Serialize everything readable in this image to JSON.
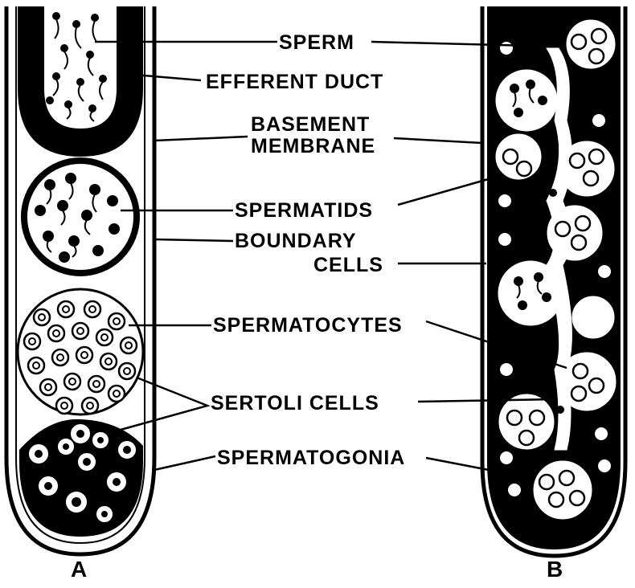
{
  "labels": {
    "sperm": "SPERM",
    "efferent_duct": "EFFERENT DUCT",
    "basement_membrane_1": "BASEMENT",
    "basement_membrane_2": "MEMBRANE",
    "spermatids": "SPERMATIDS",
    "boundary_cells_1": "BOUNDARY",
    "boundary_cells_2": "CELLS",
    "spermatocytes": "SPERMATOCYTES",
    "sertoli_cells": "SERTOLI CELLS",
    "spermatogonia": "SPERMATOGONIA"
  },
  "panels": {
    "a": "A",
    "b": "B"
  },
  "colors": {
    "ink": "#000000",
    "paper": "#ffffff"
  }
}
